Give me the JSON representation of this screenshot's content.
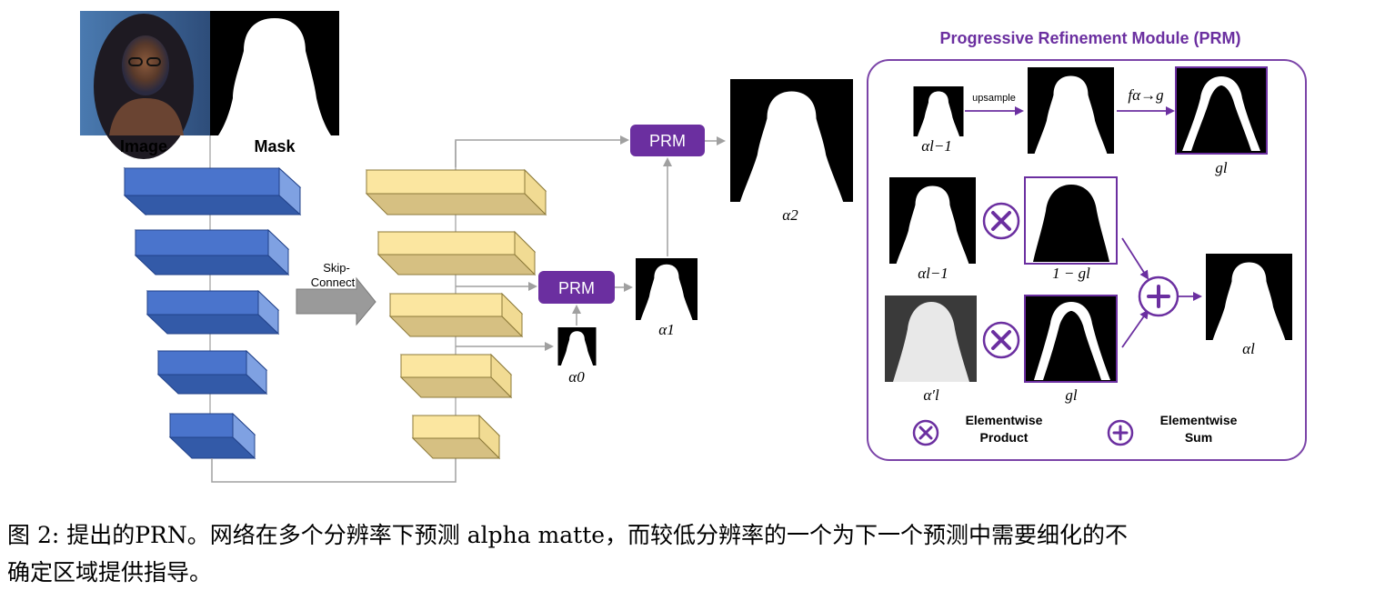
{
  "input": {
    "image_label": "Image",
    "mask_label": "Mask"
  },
  "skip": {
    "line1": "Skip-",
    "line2": "Connect"
  },
  "prm": {
    "label": "PRM"
  },
  "alphas": {
    "a0": "α0",
    "a1": "α1",
    "a2": "α2"
  },
  "module": {
    "title": "Progressive Refinement Module (PRM)",
    "upsample": "upsample",
    "f_label": "fα→g",
    "alpha_prev": "αl−1",
    "g_label": "gl",
    "one_minus_g": "1 − gl",
    "alpha_prime": "α′l",
    "alpha_l": "αl",
    "legend_product_1": "Elementwise",
    "legend_product_2": "Product",
    "legend_sum_1": "Elementwise",
    "legend_sum_2": "Sum"
  },
  "caption": {
    "line1": "图 2: 提出的PRN。网络在多个分辨率下预测 alpha matte，而较低分辨率的一个为下一个预测中需要细化的不",
    "line2": "确定区域提供指导。"
  },
  "colors": {
    "encoder_front": "#4a74cc",
    "encoder_top": "#3c63b7",
    "encoder_side": "#7fa1e2",
    "decoder_front": "#fbe6a0",
    "decoder_top": "#d9c38b",
    "decoder_side": "#f1db93",
    "prm_fill": "#6b2fa0",
    "module_border": "#7b44a8"
  }
}
